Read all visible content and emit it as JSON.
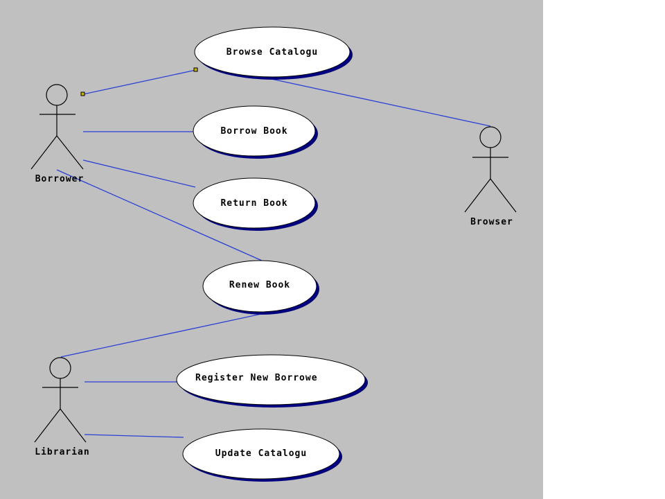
{
  "colors": {
    "canvas": "#c0c0c0",
    "page": "#ffffff",
    "association_line": "#2a3fd6",
    "ellipse_fill": "#ffffff",
    "ellipse_shadow": "#000080",
    "ink": "#000000"
  },
  "actors": {
    "borrower": "Borrower",
    "browser": "Browser",
    "librarian": "Librarian"
  },
  "use_cases": {
    "browse_catalogue": "Browse Catalogu",
    "borrow_book": "Borrow Book",
    "return_book": "Return Book",
    "renew_book": "Renew Book",
    "register_new_borrower": "Register New Borrowe",
    "update_catalogue": "Update Catalogu"
  }
}
